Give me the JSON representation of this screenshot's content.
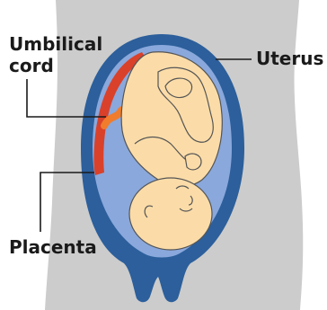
{
  "labels": {
    "umbilical_line1": "Umbilical",
    "umbilical_line2": "cord",
    "uterus": "Uterus",
    "placenta": "Placenta"
  },
  "colors": {
    "body": "#cccccc",
    "uterus_wall": "#2c5f9b",
    "amniotic_fluid": "#8aa8dc",
    "placenta": "#d9412a",
    "umbilical_cord": "#f07c2c",
    "baby_skin": "#fbdca8",
    "baby_outline": "#555555",
    "leader_line": "#1a1a1a"
  }
}
